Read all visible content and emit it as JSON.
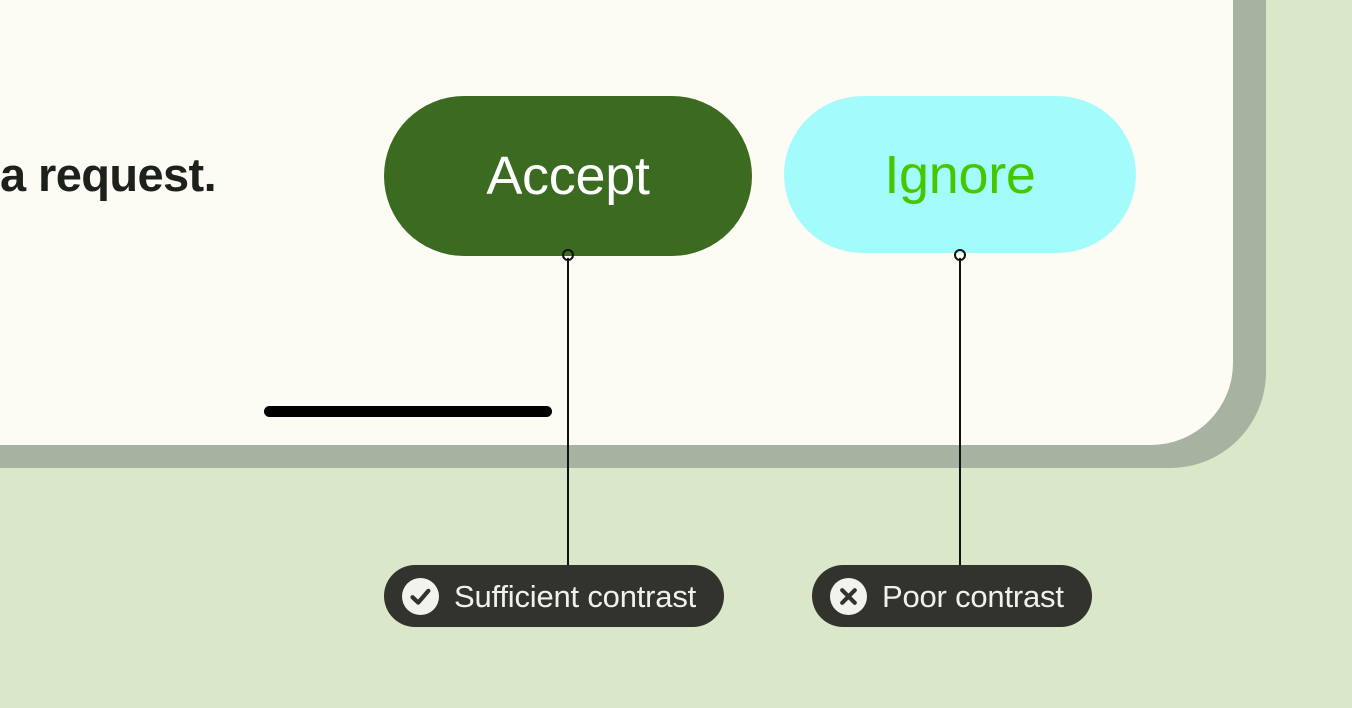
{
  "screen": {
    "message": {
      "text": "a request."
    },
    "actions": [
      {
        "id": "accept",
        "label": "Accept",
        "background": "#3b6b20",
        "text_color": "#ffffff"
      },
      {
        "id": "ignore",
        "label": "Ignore",
        "background": "#a4fbfc",
        "text_color": "#45c700"
      }
    ],
    "home_indicator": {
      "name": "home-indicator",
      "color": "#000000"
    },
    "colors": {
      "device_frame": "#a8b2a0",
      "screen_background": "#fdfcf4",
      "card_background": "#eff2ea",
      "page_background": "#dbe7c9",
      "message_text": "#1d211c"
    }
  },
  "annotations": [
    {
      "id": "sufficient",
      "label": "Sufficient contrast",
      "icon": "check-circle-icon",
      "targets": "accept",
      "pill_background": "#32332c",
      "pill_text_color": "#f1f1ec"
    },
    {
      "id": "poor",
      "label": "Poor contrast",
      "icon": "x-circle-icon",
      "targets": "ignore",
      "pill_background": "#32332c",
      "pill_text_color": "#f1f1ec"
    }
  ]
}
